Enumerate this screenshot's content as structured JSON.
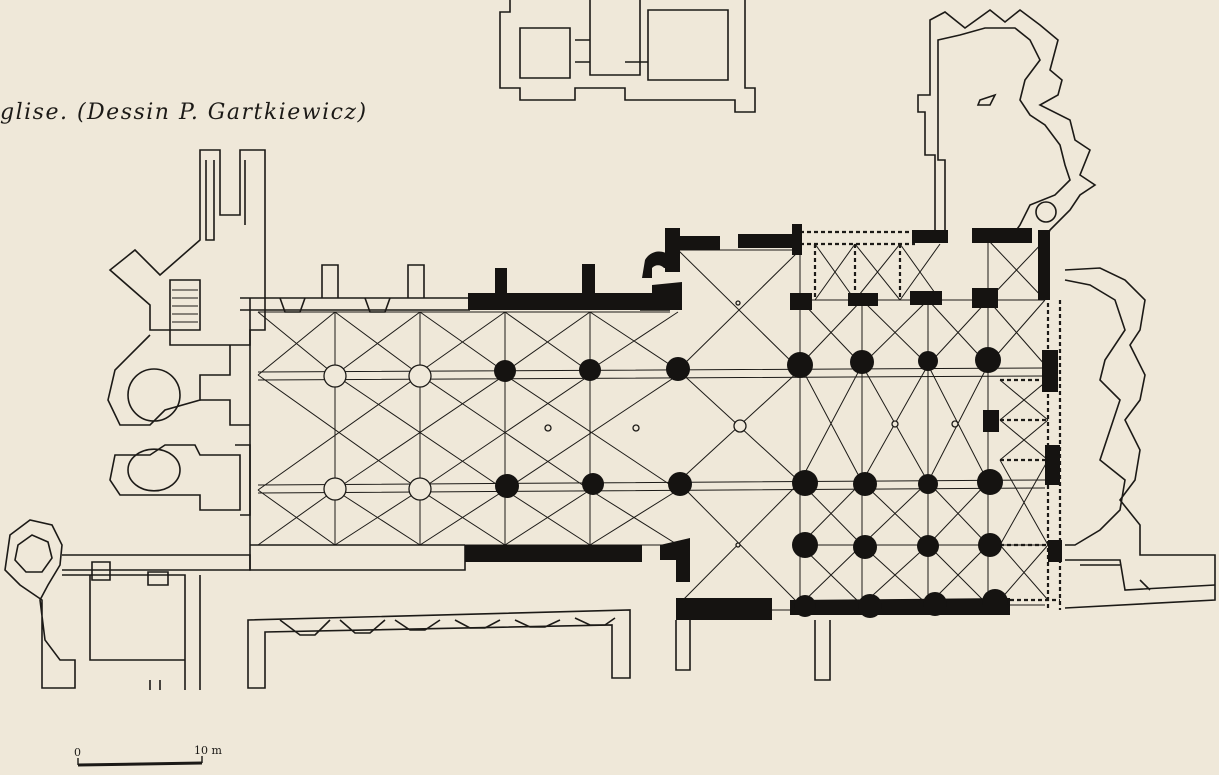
{
  "caption": "glise. (Dessin P. Gartkiewicz)",
  "scale_bar": {
    "start_label": "0",
    "end_label": "10 m"
  }
}
